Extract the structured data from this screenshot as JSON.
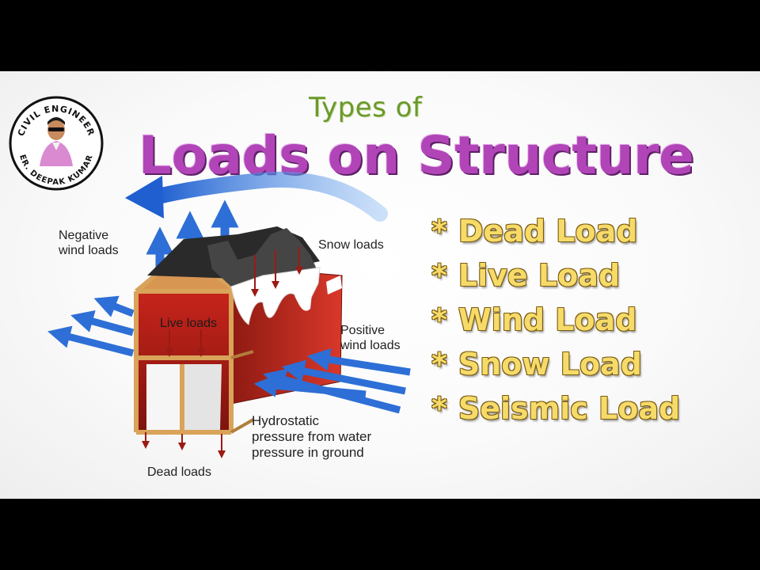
{
  "logo": {
    "top_text": "CIVIL ENGINEER",
    "bottom_text": "ER. DEEPAK KUMAR"
  },
  "title": {
    "small": "Types of",
    "main": "Loads on Structure"
  },
  "load_list": [
    {
      "bullet": "*",
      "label": "Dead Load"
    },
    {
      "bullet": "*",
      "label": "Live Load"
    },
    {
      "bullet": "*",
      "label": "Wind Load"
    },
    {
      "bullet": "*",
      "label": "Snow Load"
    },
    {
      "bullet": "*",
      "label": "Seismic Load"
    }
  ],
  "diagram_labels": {
    "negative_wind": "Negative\nwind loads",
    "snow": "Snow loads",
    "live": "Live loads",
    "positive_wind": "Positive\nwind loads",
    "hydrostatic": "Hydrostatic\npressure from water\npressure in ground",
    "dead": "Dead loads"
  },
  "colors": {
    "title_purple": "#b145b8",
    "title_green": "#6a9a2a",
    "list_yellow": "#f6db6a",
    "arrow_blue": "#2d6fd6",
    "wall_red": "#c8281c",
    "wood": "#d9a35a",
    "load_arrow": "#9b1a14"
  }
}
